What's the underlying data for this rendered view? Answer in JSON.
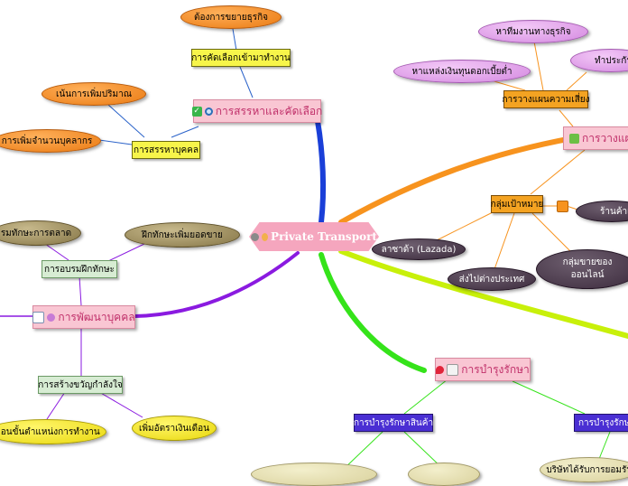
{
  "center": {
    "title": "Private Transport"
  },
  "recruit": {
    "title": "การสรรหาและคัดเลือก",
    "select_label": "การคัดเลือกเข้ามาทำงาน",
    "select_note": "ต้องการขยายธุรกิจ",
    "hire_label": "การสรรหาบุคคล",
    "hire_note_1": "เน้นการเพิ่มปริมาณ",
    "hire_note_2": "การเพิ่มจำนวนบุคลากร"
  },
  "plan": {
    "title": "การวางแผนก",
    "risk_label": "การวางแผนความเสี่ยง",
    "risk_note_1": "หาทีมงานทางธุรกิจ",
    "risk_note_2": "หาแหล่งเงินทุนดอกเบี้ยต่ำ",
    "risk_note_3": "ทำประกัน",
    "target_label": "กลุ่มเป้าหมาย",
    "target_note_1": "ร้านค้าเล",
    "target_note_2": "ลาซาด้า (Lazada)",
    "target_note_3": "ส่งไปต่างประเทศ",
    "target_note_4_line1": "กลุ่มขายของ",
    "target_note_4_line2": "ออนไลน์"
  },
  "develop": {
    "title": "การพัฒนาบุคคล",
    "train_label": "การอบรมฝึกทักษะ",
    "train_note_1": "รมทักษะการตลาด",
    "train_note_2": "ฝึกทักษะเพิ่มยอดขาย",
    "morale_label": "การสร้างขวัญกำลังใจ",
    "morale_note_1": "เลื่อนขั้นตำแหน่งการทำงาน",
    "morale_note_2": "เพิ่มอัตราเงินเดือน"
  },
  "maintain": {
    "title": "การบำรุงรักษา",
    "goods_label": "การบำรุงรักษาสินค้า",
    "other_label": "การบำรุงรักษา",
    "other_note": "บริษัทได้รับการยอมรับ"
  }
}
